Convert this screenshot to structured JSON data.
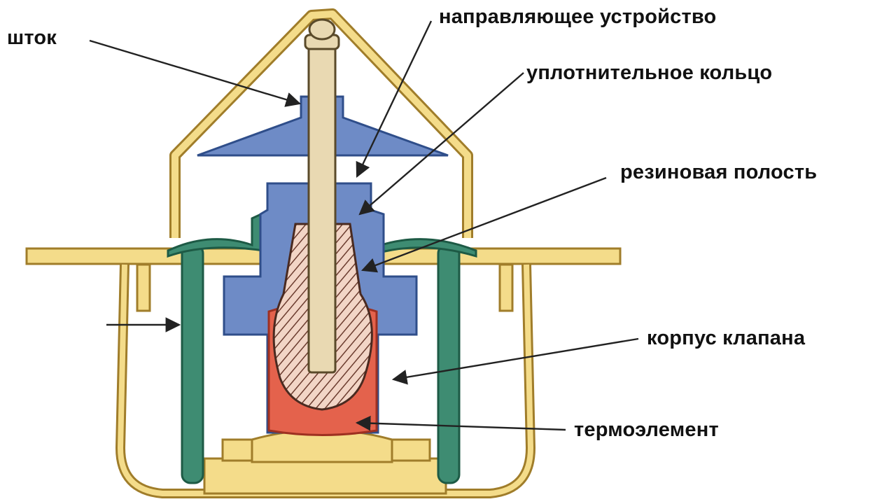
{
  "labels": {
    "stem": "шток",
    "guide": "направляющее устройство",
    "seal_ring": "уплотнительное кольцо",
    "rubber_cavity": "резиновая полость",
    "valve_body": "корпус клапана",
    "thermo_element": "термоэлемент"
  },
  "colors": {
    "yellow_frame": "#F4DC8A",
    "yellow_outline": "#A07D2A",
    "blue_parts": "#6E8BC6",
    "blue_outline": "#2F4E8A",
    "green_parts": "#3E8C72",
    "green_outline": "#1D5A45",
    "red_wax": "#E4624C",
    "stem_beige": "#E9D9B2",
    "hatch_pink": "#EFC7B6"
  }
}
